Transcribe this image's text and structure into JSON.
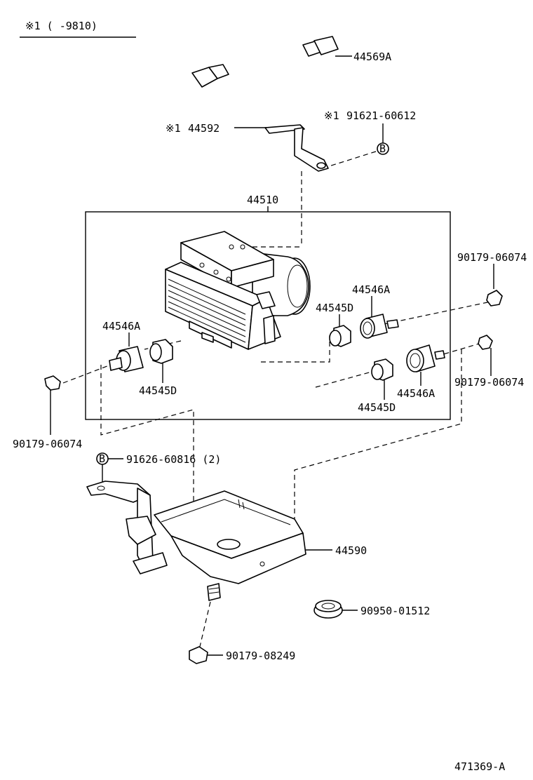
{
  "header": {
    "note": "※1 (       -9810)"
  },
  "drawing_id": "471369-A",
  "parts": {
    "harness": "44569A",
    "bracket": "44592",
    "bracket_mark": "※1",
    "bolt_b": "91621-60612",
    "bolt_b_mark": "※1",
    "bolt_b_circle": "B",
    "actuator": "44510",
    "cushion_a_right_top": "44546A",
    "cushion_d_right_top": "44545D",
    "cushion_a_left": "44546A",
    "cushion_d_left": "44545D",
    "cushion_d_right_bottom": "44545D",
    "cushion_a_right_bottom": "44546A",
    "nut_right_top": "90179-06074",
    "nut_right_bottom": "90179-06074",
    "nut_left": "90179-06074",
    "bolt_bracket": "91626-60816 (2)",
    "bolt_bracket_circle": "B",
    "base_bracket": "44590",
    "grommet": "90950-01512",
    "nut_bottom": "90179-08249"
  }
}
